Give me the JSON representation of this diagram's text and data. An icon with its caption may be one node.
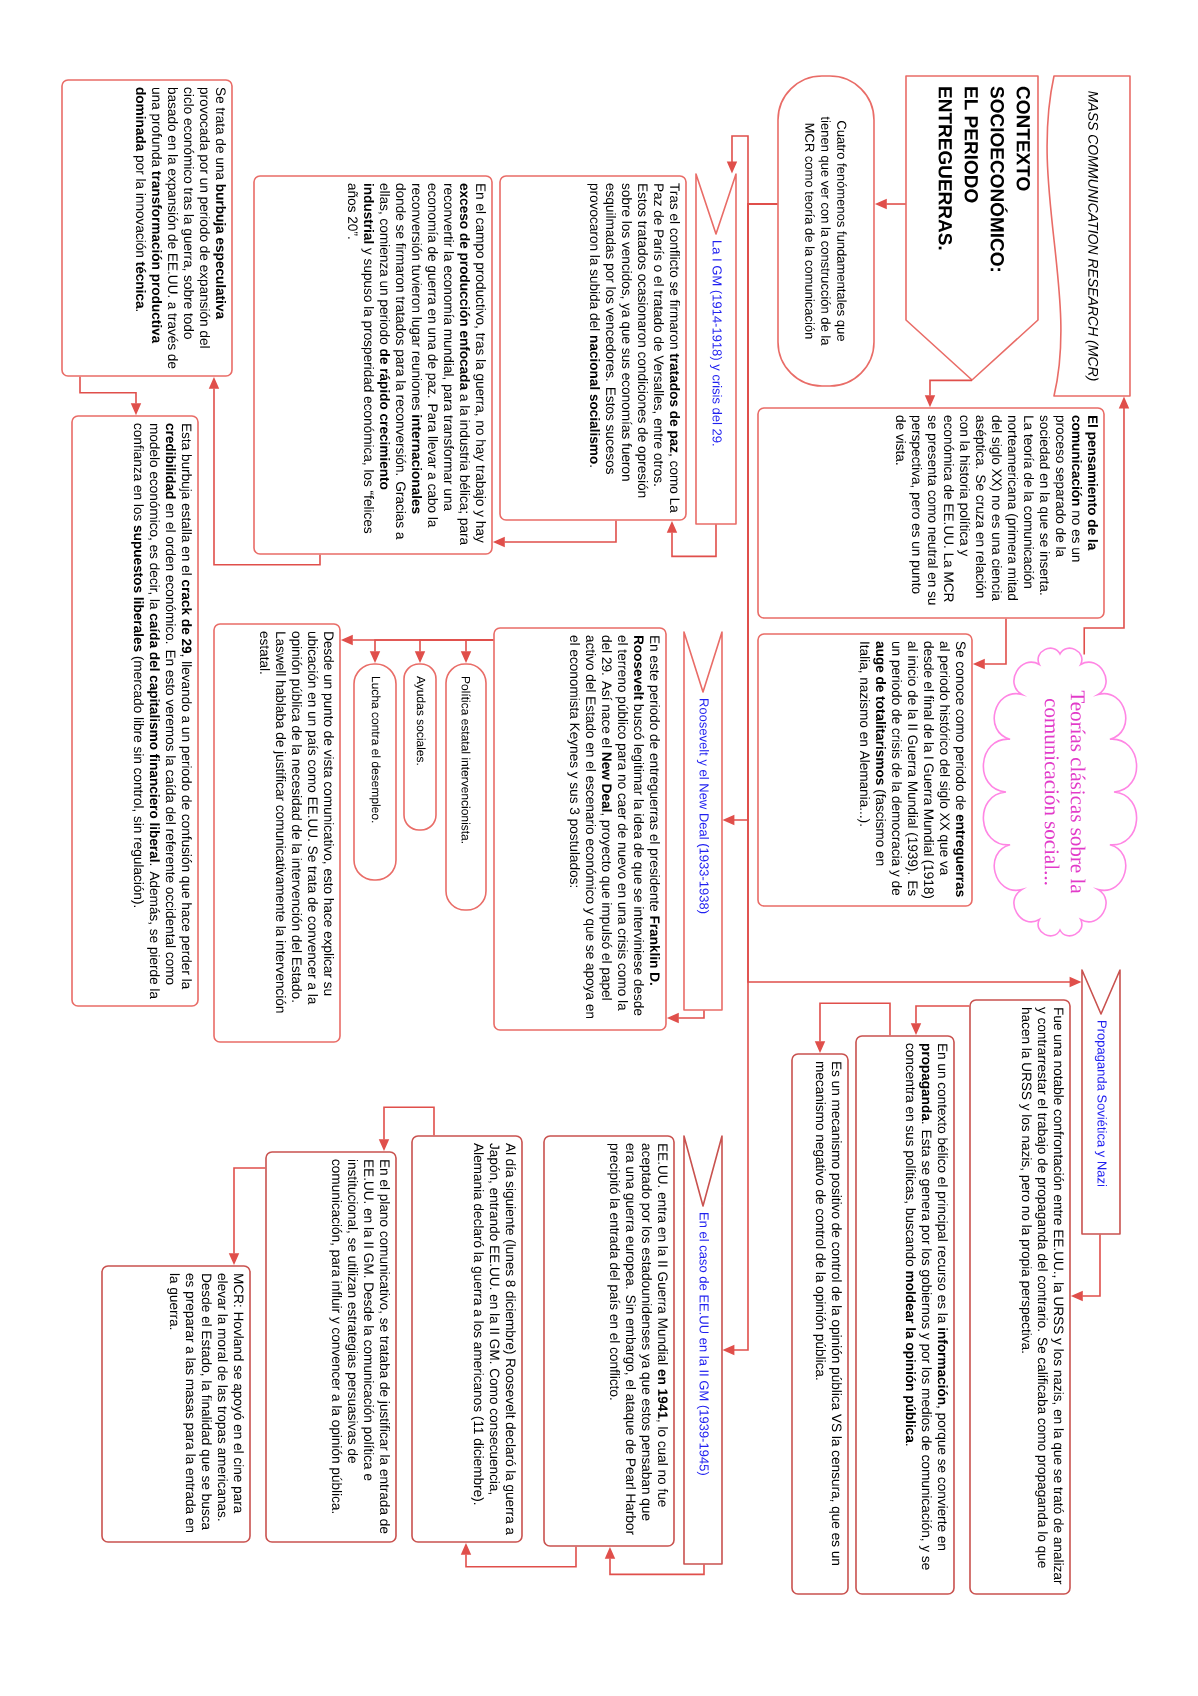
{
  "diagram": {
    "nodes": [
      {
        "text": [
          "MASS COMMUNICATION RESEARCH (MCR)"
        ]
      },
      {
        "text": [
          "CONTEXTO SOCIOECONÓMICO: EL PERIODO ENTREGUERRAS."
        ]
      },
      {
        "text": [
          "**El pensamiento de la comunicación** no es un proceso separado de la sociedad en la que se inserta. La teoría de la comunicación norteamericana (primera mitad del siglo XX) no es una ciencia aséptica. Se cruza en relación con la historia política y económica de EE.UU. La MCR se presenta como neutral en su perspectiva, pero es un punto de vista."
        ]
      },
      {
        "text": [
          "Se conoce como periodo de **entreguerras** al periodo histórico del siglo XX que va desde el final de la I Guerra Mundial (1918) al inicio de la II Guerra Mundial (1939). Es un periodo de crisis de la democracia y de **auge de totalitarismos** (fascismo en Italia, nazismo en Alemania...)."
        ]
      },
      {
        "text": [
          "Teorías clásicas sobre la comunicación social..."
        ]
      },
      {
        "text": [
          "Cuatro fenómenos fundamentales que tienen que ver con la construcción de la MCR como teoría de la comunicación"
        ]
      },
      {
        "text": [
          "La I GM (1914-1918) y crisis del 29."
        ]
      },
      {
        "text": [
          "Tras el conflicto se firmaron **tratados de paz**, como La Paz de París o el tratado de Versalles, entre otros. Estos tratados ocasionaron condiciones de opresión sobre los vencidos, ya que sus economías fueron esquilmadas por los vencedores. Estos sucesos provocaron la subida del **nacional socialismo**."
        ]
      },
      {
        "text": [
          "En el campo productivo, tras la guerra, no hay trabajo y hay **exceso de producción enfocada** a la industria bélica; para reconvertir la economía mundial, para transformar una economía de guerra en una de paz. Para llevar a cabo la reconversión tuvieron lugar reuniones **internacionales** donde se firmaron tratados para la reconversión. Gracias a ellas, comienza un periodo **de rápido crecimiento industrial** y supuso la prosperidad económica, los “felices años 20”."
        ]
      },
      {
        "text": [
          "Se trata de una **burbuja especulativa** provocada por un periodo de expansión del ciclo económico tras la guerra, sobre todo basado en la expansión de EE.UU. a través de una profunda **transformación productiva dominada** por la innovación **técnica**."
        ]
      },
      {
        "text": [
          "Esta burbuja estalla en el **crack de 29**, llevando a un periodo de confusión que hace perder la **credibilidad** en el orden económico. En esto veremos la caída del referente occidental como modelo económico, es decir, la **caída del capitalismo financiero liberal**. Además, se pierde la confianza en los **supuestos liberales** (mercado libre sin control, sin regulación)."
        ]
      },
      {
        "text": [
          "Roosevelt y el New Deal (1933-1938)"
        ]
      },
      {
        "text": [
          "En este periodo de entreguerras el presidente **Franklin D. Roosevelt** buscó legitimar la idea de que se interviniese desde el terreno público para no caer de nuevo en una crisis como la del 29. Así nace el **New Deal**, proyecto que impulsó el papel activo del Estado en el escenario económico y que se apoya en el economista Keynes y sus 3 postulados:"
        ]
      },
      {
        "text": [
          "Política estatal intervencionista."
        ]
      },
      {
        "text": [
          "Ayudas sociales."
        ]
      },
      {
        "text": [
          "Lucha contra el desempleo."
        ]
      },
      {
        "text": [
          "Desde un punto de vista comunicativo, esto hace explicar su ubicación en un país como EE.UU. Se trata de convencer a la opinión pública de la necesidad de la intervención del Estado. Laswell hablaba de justificar comunicativamente la intervención estatal."
        ]
      },
      {
        "text": [
          "Propaganda Soviética y Nazi"
        ]
      },
      {
        "text": [
          "Fue una notable confrontación entre EE.UU., la URSS y los nazis, en la que se trató de analizar y contrarrestar el trabajo de propaganda del contrario. Se calificaba como propaganda lo que hacen la URSS y los nazis, pero no la propia perspectiva."
        ]
      },
      {
        "text": [
          "En un contexto bélico el principal recurso es la **información**, porque se convierte en **propaganda**. Esta se genera por los gobiernos y por los medios de comunicación, y se concentra en sus políticas, buscando **moldear la opinión pública**."
        ]
      },
      {
        "text": [
          "Es un mecanismo positivo de control de la opinión pública VS la censura, que es un mecanismo negativo de control de la opinión pública."
        ]
      },
      {
        "text": [
          "En el caso de EE.UU en la II GM (1939-1945)"
        ]
      },
      {
        "text": [
          "EE.UU. entra en la II Guerra Mundial **en 1941**, lo cual no fue aceptado por los estadounidenses ya que estos pensaban que era una guerra europea. Sin embargo, el ataque de Pearl Harbor precipitó la entrada del país en el conflicto."
        ]
      },
      {
        "text": [
          "Al día siguiente (lunes 8 diciembre) Roosevelt declaró la guerra a Japón, entrando EE.UU. en la II GM. Como consecuencia, Alemania declaró la guerra a los americanos (11 diciembre)."
        ]
      },
      {
        "text": [
          "En el plano comunicativo, se trataba de justificar la entrada de EE.UU. en la II GM. Desde la comunicación política e institucional, se utilizan estrategias persuasivas de comunicación, para influir y convencer a la opinión pública."
        ]
      },
      {
        "text": [
          "MCR: Hovland se apoyó en el cine para elevar la moral de las tropas americanas. Desde el Estado, la finalidad que se busca es preparar a las masas para la entrada en la guerra."
        ]
      }
    ],
    "edges": [
      {
        "from": 4,
        "to": 0,
        "arrow": "to"
      },
      {
        "from": 1,
        "to": 2,
        "arrow": "to"
      },
      {
        "from": 2,
        "to": 3,
        "arrow": "to"
      },
      {
        "from": 1,
        "to": 5,
        "arrow": "to"
      },
      {
        "from": 5,
        "to": 6,
        "arrow": "to"
      },
      {
        "from": 5,
        "to": 11,
        "arrow": "to"
      },
      {
        "from": 5,
        "to": 17,
        "arrow": "to"
      },
      {
        "from": 5,
        "to": 21,
        "arrow": "to"
      },
      {
        "from": 6,
        "to": 7,
        "arrow": "to"
      },
      {
        "from": 7,
        "to": 8,
        "arrow": "to"
      },
      {
        "from": 8,
        "to": 9,
        "arrow": "to"
      },
      {
        "from": 9,
        "to": 10,
        "arrow": "to"
      },
      {
        "from": 11,
        "to": 12,
        "arrow": "to"
      },
      {
        "from": 12,
        "to": 13,
        "arrow": "to"
      },
      {
        "from": 12,
        "to": 14,
        "arrow": "to"
      },
      {
        "from": 12,
        "to": 15,
        "arrow": "to"
      },
      {
        "from": 12,
        "to": 16,
        "arrow": "to"
      },
      {
        "from": 17,
        "to": 18,
        "arrow": "to"
      },
      {
        "from": 18,
        "to": 19,
        "arrow": "to"
      },
      {
        "from": 19,
        "to": 20,
        "arrow": "to"
      },
      {
        "from": 21,
        "to": 22,
        "arrow": "to"
      },
      {
        "from": 22,
        "to": 23,
        "arrow": "to"
      },
      {
        "from": 23,
        "to": 24,
        "arrow": "to"
      },
      {
        "from": 24,
        "to": 25,
        "arrow": "to"
      }
    ]
  }
}
